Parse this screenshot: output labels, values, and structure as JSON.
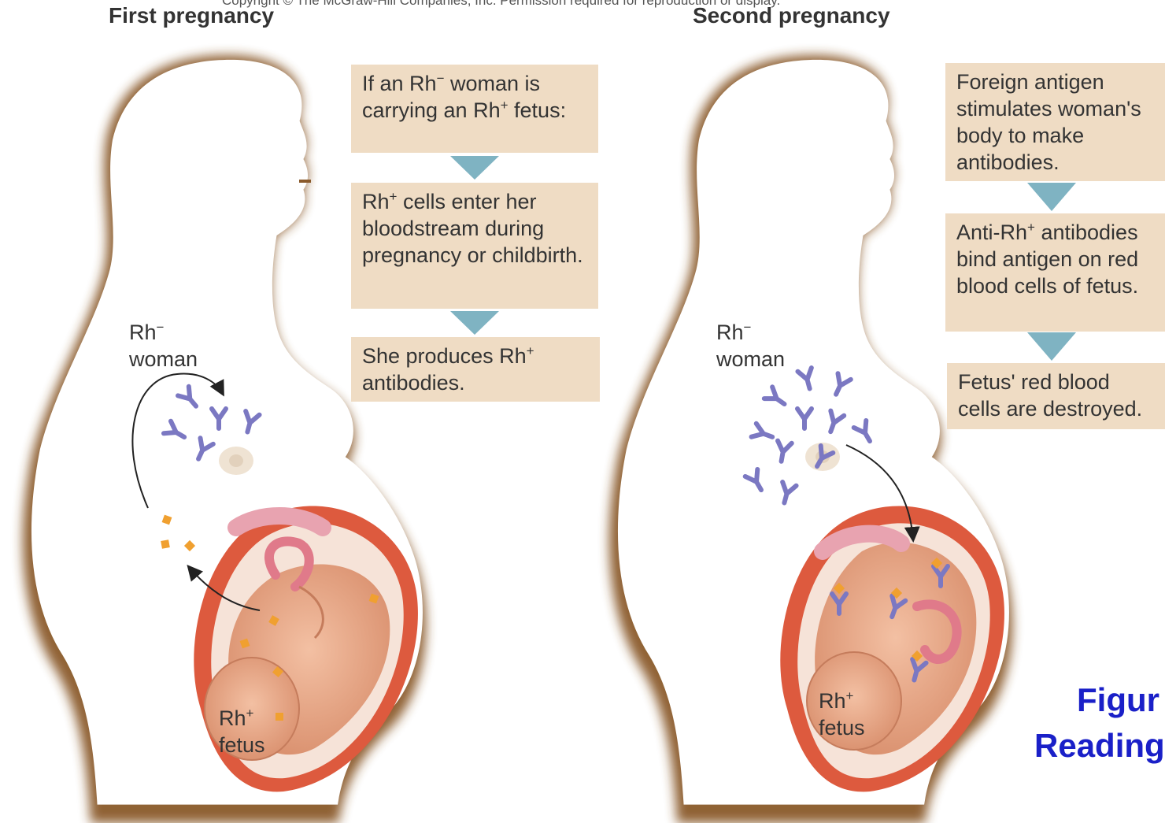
{
  "copyright": "Copyright © The McGraw-Hill Companies, Inc. Permission required for reproduction or display.",
  "panels": [
    {
      "title": "First pregnancy",
      "woman_label": {
        "line1_base": "Rh",
        "line1_sup": "−",
        "line2": "woman"
      },
      "fetus_label": {
        "line1_base": "Rh",
        "line1_sup": "+",
        "line2": "fetus"
      },
      "steps": [
        {
          "parts": [
            "If an Rh",
            "−",
            " woman is carrying an Rh",
            "+",
            " fetus:"
          ]
        },
        {
          "parts": [
            "Rh",
            "+",
            " cells enter her bloodstream during pregnancy or childbirth."
          ]
        },
        {
          "parts": [
            "She produces Rh",
            "+",
            " antibodies."
          ]
        }
      ]
    },
    {
      "title": "Second pregnancy",
      "woman_label": {
        "line1_base": "Rh",
        "line1_sup": "−",
        "line2": "woman"
      },
      "fetus_label": {
        "line1_base": "Rh",
        "line1_sup": "+",
        "line2": "fetus"
      },
      "steps": [
        {
          "parts": [
            "Foreign antigen stimulates woman's body to make antibodies."
          ]
        },
        {
          "parts": [
            "Anti-Rh",
            "+",
            " antibodies bind antigen on red blood cells of fetus."
          ]
        },
        {
          "parts": [
            "Fetus' red blood cells are destroyed."
          ]
        }
      ]
    }
  ],
  "figure_label": {
    "line1": "Figur",
    "line2": "Reading"
  },
  "colors": {
    "body_outline": "#8a5a2b",
    "box_fill": "#efdcc4",
    "arrow_fill": "#7fb3c2",
    "antibody": "#7b78c2",
    "antigen": "#f0a030",
    "uterus": "#dd5a3e",
    "fetus": "#e9a987",
    "figure_label": "#1a20c8"
  }
}
